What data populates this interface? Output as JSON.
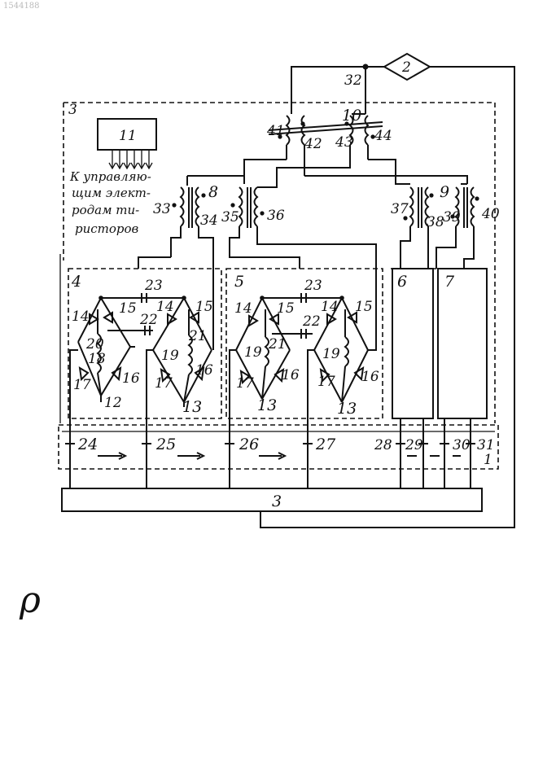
{
  "corner_mark": "1544188",
  "blocks": {
    "b1": "1",
    "b2": "2",
    "b3": "3",
    "b3_bottom": "3",
    "b4": "4",
    "b5": "5",
    "b6": "6",
    "b7": "7",
    "b8": "8",
    "b9": "9",
    "b10": "10",
    "b11": "11"
  },
  "note_lines": [
    "К управляю-",
    "щим элект-",
    "родам ти-",
    "ристоров"
  ],
  "numbers": {
    "n12": "12",
    "n13a": "13",
    "n13b": "13",
    "n13c": "13",
    "n14": "14",
    "n14a": "14",
    "n14b": "14",
    "n14c": "14",
    "n15": "15",
    "n15a": "15",
    "n15b": "15",
    "n15c": "15",
    "n16": "16",
    "n16a": "16",
    "n16b": "16",
    "n16c": "16",
    "n17": "17",
    "n17a": "17",
    "n17b": "17",
    "n17c": "17",
    "n18": "18",
    "n19a": "19",
    "n19b": "19",
    "n19c": "19",
    "n20": "20",
    "n21a": "21",
    "n21b": "21",
    "n22a": "22",
    "n22b": "22",
    "n23a": "23",
    "n23b": "23",
    "n24": "24",
    "n25": "25",
    "n26": "26",
    "n27": "27",
    "n28": "28",
    "n29": "29",
    "n30": "30",
    "n31": "31",
    "n32": "32",
    "n33": "33",
    "n34": "34",
    "n35": "35",
    "n36": "36",
    "n37": "37",
    "n38": "38",
    "n39": "39",
    "n40": "40",
    "n41": "41",
    "n42": "42",
    "n43": "43",
    "n44": "44"
  },
  "margin_mark": "ρ"
}
